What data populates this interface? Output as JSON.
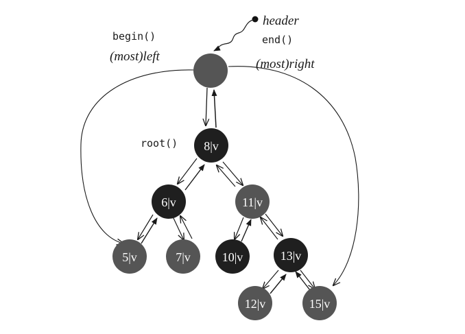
{
  "header": {
    "label": "header"
  },
  "left_labels": {
    "begin": "begin()",
    "most_left": "(most)left"
  },
  "right_labels": {
    "end": "end()",
    "most_right": "(most)right"
  },
  "root_label": "root()",
  "nodes": [
    {
      "id": "header",
      "label": ""
    },
    {
      "id": "n8",
      "label": "8|v"
    },
    {
      "id": "n6",
      "label": "6|v"
    },
    {
      "id": "n11",
      "label": "11|v"
    },
    {
      "id": "n5",
      "label": "5|v"
    },
    {
      "id": "n7",
      "label": "7|v"
    },
    {
      "id": "n10",
      "label": "10|v"
    },
    {
      "id": "n13",
      "label": "13|v"
    },
    {
      "id": "n12",
      "label": "12|v"
    },
    {
      "id": "n15",
      "label": "15|v"
    }
  ],
  "colors": {
    "dark_node": "#1f1f1f",
    "gray_node": "#555555",
    "line": "#1a1a1a"
  }
}
